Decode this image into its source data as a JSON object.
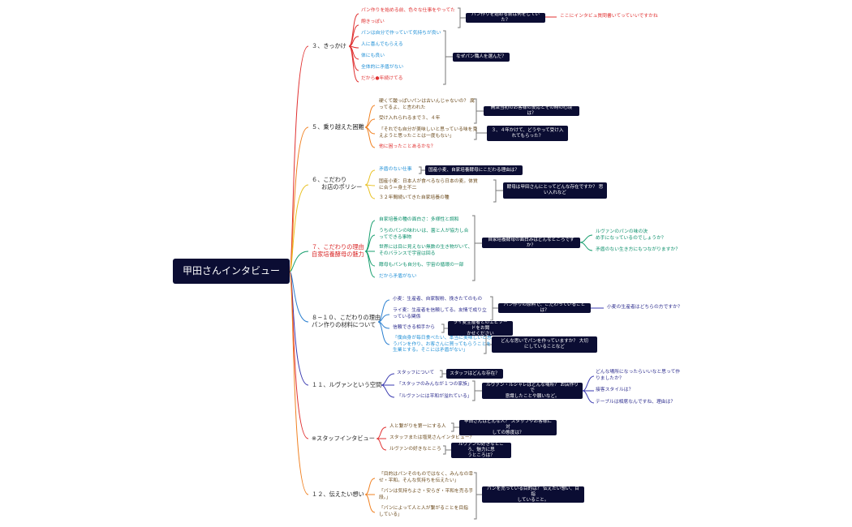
{
  "root": "甲田さんインタビュー",
  "branches": {
    "b3": "３、きっかけ",
    "b5": "５、乗り越えた困難",
    "b6_line1": "６、こだわり",
    "b6_line2": "お店のポリシー",
    "b7_line1": "７、こだわりの理由",
    "b7_line2": "自家培養酵母の魅力",
    "b8_line1": "８−１０、こだわりの理由",
    "b8_line2": "パン作りの材料について",
    "b11": "１１、ルヴァンという空間",
    "bstaff": "※スタッフインタビュー",
    "b12": "１２、伝えたい想い"
  },
  "leaves": {
    "l3_1": "パン作りを始める前、色々な仕事をやってた",
    "l3_2": "飽きっぽい",
    "l3_3": "パンは自分で作っていて気持ちが良い",
    "l3_4": "人に喜んでもらえる",
    "l3_5": "体にも良い",
    "l3_6": "全体的に矛盾がない",
    "l3_7": "だから●年続けてる",
    "l5_1a": "硬くて酸っぱいパンは古いんじゃないの？ 腐",
    "l5_1b": "ってるよ、と言われた",
    "l5_2": "受け入れられるまで３、４年",
    "l5_3a": "「それでも自分が美味しいと思っている味を変",
    "l5_3b": "えようと思ったことは一度もない」",
    "l5_4": "他に困ったことあるかな？",
    "l6_1": "矛盾のない仕事",
    "l6_2a": "国産小麦：日本人が食べるなら日本の麦。体質",
    "l6_2b": "に合う＝身土不二",
    "l6_3": "３２年間続いてきた自家培養の種",
    "l7_1": "自家培養の種の面白さ：多様性と調和",
    "l7_2a": "うちのパンの味わいは、菌と人が協力し合",
    "l7_2b": "ってできる事物",
    "l7_3a": "世界には目に見えない無数の生き物がいて、",
    "l7_3b": "そのバランスで宇宙は回る",
    "l7_4": "酵母もパンも自分も、宇宙の循環の一部",
    "l7_5": "だから矛盾がない",
    "l8_1": "小麦：生産者、自家製粉、挽きたてのもの",
    "l8_2a": "ライ麦：生産者を信頼してる。友情で成り立",
    "l8_2b": "っている関係",
    "l8_3": "信頼できる相手から",
    "l8_4a": "「僕自身が毎日食べたい、本当に美味しいと思",
    "l8_4b": "うパンを作り、お客さんに買ってもらうことを",
    "l8_4c": "生業とする。そこには矛盾がない」",
    "l11_1": "スタッフについて",
    "l11_2": "「スタッフのみんなが１つの家族」",
    "l11_3": "「ルヴァンには平和が溢れている」",
    "ls_1": "人と繋がりを第一にする人",
    "ls_2": "スタッフまたは塩見さんインタビュー？",
    "ls_3": "ルヴァンの好きなところ",
    "l12_1a": "「目的はパンそのものではなく、みんなの幸",
    "l12_1b": "せ・平和。そんな気持ちを伝えたい」",
    "l12_2a": "「パンは気持ちよさ・安らぎ・平和を売る手",
    "l12_2b": "段。」",
    "l12_3a": "「パンによって人と人が繋がることを目指",
    "l12_3b": "している」"
  },
  "questions": {
    "q3a": "パン作りを始める前は何をしていた？",
    "q3b": "なぜパン職人を選んだ？",
    "q5a": "開店当初のお客様の反応とその時の心境は？",
    "q5b_1": "３、４年かけて、どうやって受け入",
    "q5b_2": "れてもらった？",
    "q6a": "国産小麦、自家培養酵母にこだわる理由は？",
    "q6b_1": "酵母は甲田さんにとってどんな存在ですか？ 思",
    "q6b_2": "い入れなど",
    "q7": "自家培養酵母の面白みはどんなところですか？",
    "q8a": "パン作りの原料で、こだわっていることは？",
    "q8b_1": "ライ麦生産者とのエピソードをお聞",
    "q8b_2": "かせください",
    "q8c_1": "どんな思いでパンを作っていますか？ 大切",
    "q8c_2": "にしていることなど",
    "q11a": "スタッフはどんな存在？",
    "q11b_1": "ルヴァン・ルシャレはどんな場所？ お店作りで",
    "q11b_2": "意識したことや願いなど。",
    "qs1_1": "甲田さんはどんな人？ スタッフやお客様に対",
    "qs1_2": "しての態度は？",
    "qs2_1": "ルヴァンの好きなところ、魅力に思",
    "qs2_2": "うところは？",
    "q12_1": "パンを売っている目的は？ 伝えたい想い、目指",
    "q12_2": "していること。"
  },
  "notes": {
    "n3": "ここにインタビュ質問書いてっていいですかね",
    "n7_1a": "ルヴァンのパンの味の決",
    "n7_1b": "め手になっているのでしょうか？",
    "n7_2": "矛盾のない生き方にもつながりますか？",
    "n8": "小麦の生産者はどちらの方ですか？",
    "n11_1a": "どんな場所になったらいいなと思って作",
    "n11_1b": "りましたか？",
    "n11_2": "接客スタイルは？",
    "n11_3": "テーブルは相席なんですね、理由は？"
  },
  "colors": {
    "red": "#e03030",
    "orange": "#f08020",
    "yellow": "#e8c020",
    "green": "#1aa070",
    "blue": "#2a7fd0",
    "indigo": "#3a3ab0",
    "navy": "#0b0d33"
  }
}
